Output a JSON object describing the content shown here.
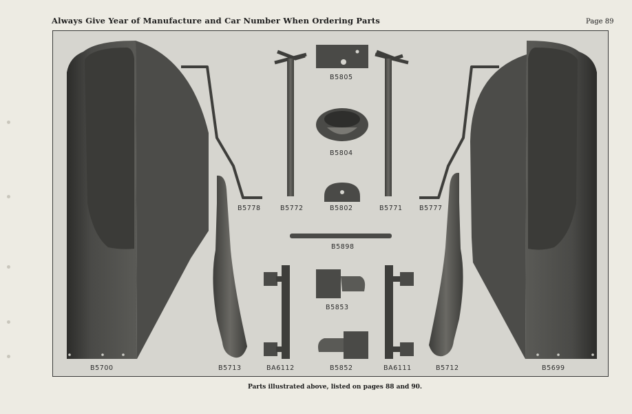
{
  "header": {
    "title": "Always Give Year of Manufacture and Car Number When Ordering Parts",
    "page_number": "Page 89"
  },
  "parts": {
    "b5700": "B5700",
    "b5778": "B5778",
    "b5772": "B5772",
    "b5805": "B5805",
    "b5804": "B5804",
    "b5802": "B5802",
    "b5771": "B5771",
    "b5777": "B5777",
    "b5898": "B5898",
    "b5713": "B5713",
    "ba6112": "BA6112",
    "b5853": "B5853",
    "b5852": "B5852",
    "ba6111": "BA6111",
    "b5712": "B5712",
    "b5699": "B5699"
  },
  "caption": "Parts illustrated above, listed on pages 88 and 90."
}
